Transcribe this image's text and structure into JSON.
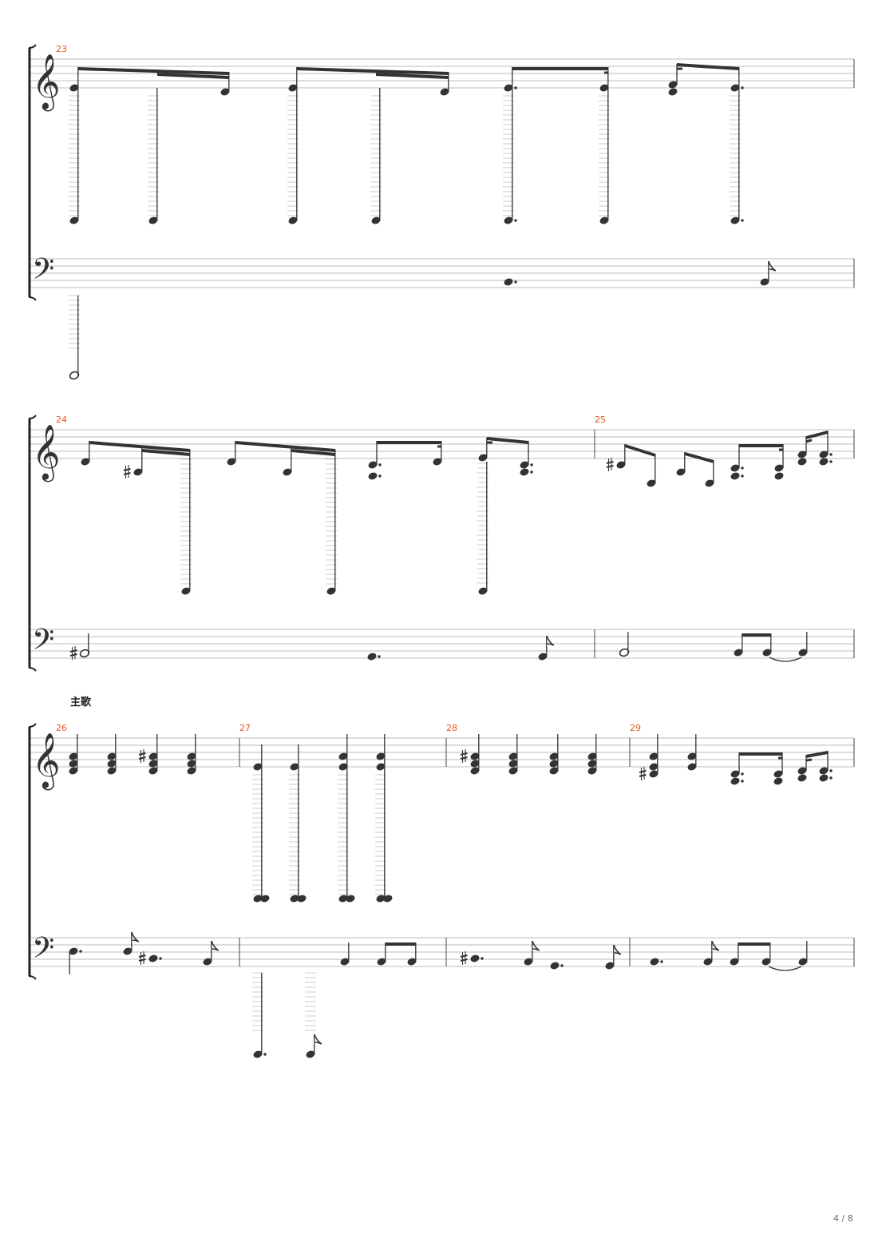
{
  "page": {
    "page_number": "4 / 8",
    "section_label": "主歌",
    "colors": {
      "measure_number": "#e8561f",
      "ink": "#333333",
      "staff_line": "#bbbbbb",
      "ledger": "#cccccc"
    }
  },
  "systems": [
    {
      "measure_numbers": [
        "23"
      ]
    },
    {
      "measure_numbers": [
        "24",
        "25"
      ]
    },
    {
      "measure_numbers": [
        "26",
        "27",
        "28",
        "29"
      ]
    }
  ],
  "clefs": {
    "treble": "𝄞",
    "bass": "𝄢"
  }
}
